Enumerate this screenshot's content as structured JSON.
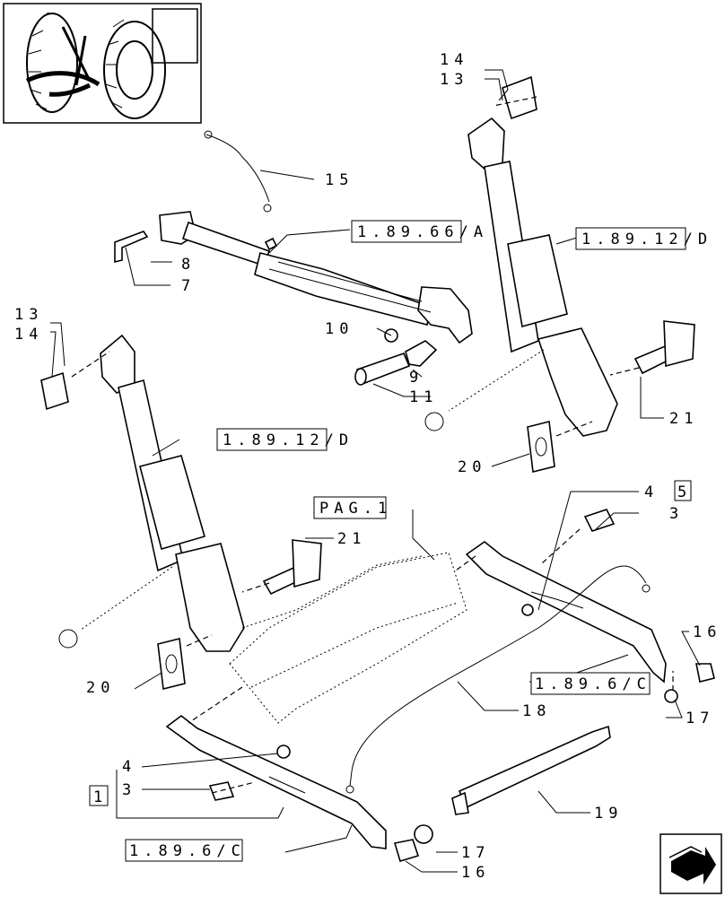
{
  "callouts": {
    "c15": "15",
    "c13a": "13",
    "c14a": "14",
    "c8": "8",
    "c7": "7",
    "c10": "10",
    "c9": "9",
    "c11": "11",
    "c13b": "13",
    "c14b": "14",
    "c21a": "21",
    "c20a": "20",
    "c21b": "21",
    "c20b": "20",
    "c4a": "4",
    "c3a": "3",
    "c5": "5",
    "c16a": "16",
    "c17a": "17",
    "c18": "18",
    "c4b": "4",
    "c3b": "3",
    "c1": "1",
    "c19": "19",
    "c17b": "17",
    "c16b": "16"
  },
  "references": {
    "ref_top_link": "1.89.66/A",
    "ref_right_lift_rod": "1.89.12/D",
    "ref_left_lift_rod": "1.89.12/D",
    "ref_page": "PAG.1",
    "ref_right_arm": "1.89.6/C",
    "ref_left_arm": "1.89.6/C"
  },
  "nav": {
    "next_icon": "next-page-arrow-icon"
  }
}
